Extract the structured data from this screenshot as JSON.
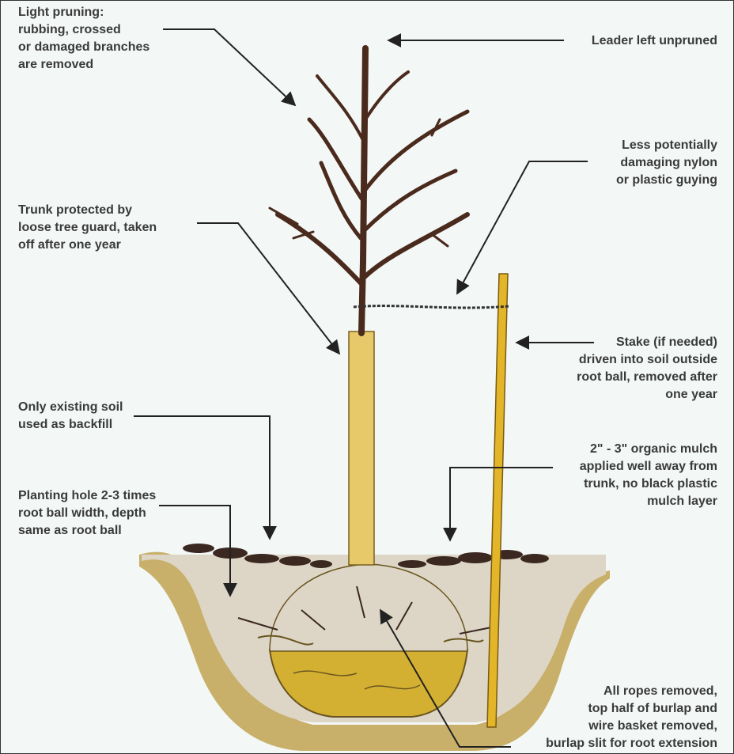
{
  "labels": {
    "pruning": "Light pruning:\nrubbing, crossed\nor damaged branches\nare removed",
    "leader": "Leader left unpruned",
    "guying": "Less potentially\ndamaging nylon\nor plastic guying",
    "trunk_guard": "Trunk protected by\nloose tree guard, taken\noff after one year",
    "stake": "Stake (if needed)\ndriven into soil outside\nroot ball, removed after\none year",
    "backfill": "Only existing soil\nused as backfill",
    "mulch": "2\" - 3\" organic mulch\napplied well away from\ntrunk, no black plastic\nmulch layer",
    "planting_hole": "Planting hole 2-3 times\nroot ball width, depth\nsame as root ball",
    "ropes": "All ropes removed,\ntop half of burlap and\nwire basket removed,\nburlap slit for root extension"
  },
  "colors": {
    "background": "#f3f7f6",
    "text": "#3a3a3a",
    "bark": "#4a2a1c",
    "tree_guard": "#e8c96a",
    "stake": "#e3b62a",
    "soil": "#ddd6c6",
    "burlap": "#d4b032",
    "mulch": "#3b2820"
  }
}
